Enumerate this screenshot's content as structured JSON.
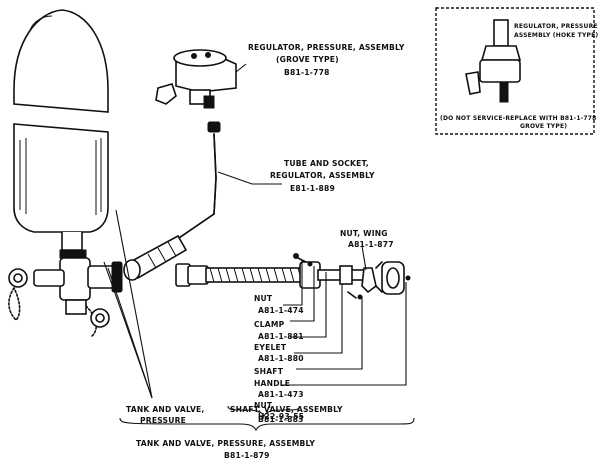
{
  "labels": {
    "regulator_title": "REGULATOR, PRESSURE, ASSEMBLY",
    "regulator_type": "(GROVE TYPE)",
    "regulator_pn": "B81-1-778",
    "tube_title": "TUBE AND SOCKET,",
    "tube_title2": "REGULATOR, ASSEMBLY",
    "tube_pn": "E81-1-889",
    "wingnut_title": "NUT, WING",
    "wingnut_pn": "A81-1-877",
    "nut1_title": "NUT",
    "nut1_pn": "A81-1-474",
    "clamp_title": "CLAMP",
    "clamp_pn": "A81-1-881",
    "eyelet_title": "EYELET",
    "eyelet_pn": "A81-1-880",
    "shaft_title": "SHAFT",
    "handle_title": "HANDLE",
    "handle_pn": "A81-1-473",
    "nut2_title": "NUT",
    "nut2_pn": "H22-93-55",
    "tank_valve_title": "TANK AND VALVE,",
    "tank_valve_title2": "PRESSURE",
    "shaft_valve_title": "SHAFT, VALVE, ASSEMBLY",
    "shaft_valve_pn": "B81-1-883",
    "assembly_title": "TANK AND VALVE, PRESSURE, ASSEMBLY",
    "assembly_pn": "B81-1-879"
  },
  "inset": {
    "label1": "REGULATOR, PRESSURE",
    "label2": "ASSEMBLY (HOKE TYPE)",
    "note1": "(DO NOT SERVICE-REPLACE WITH B81-1-778",
    "note2": "GROVE TYPE)"
  }
}
